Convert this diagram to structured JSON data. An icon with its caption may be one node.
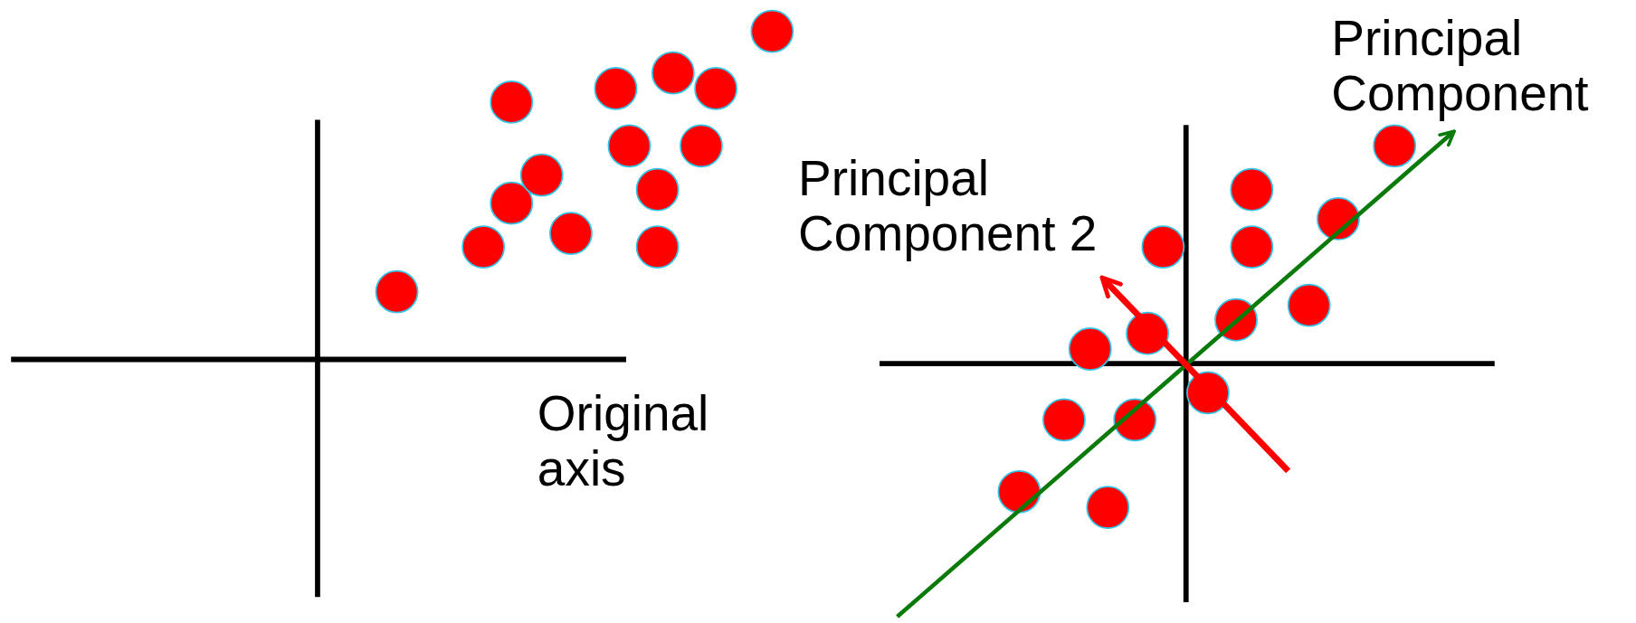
{
  "diagram": {
    "labels": [
      "Principal Component",
      "Principal Component 2",
      "Original axis"
    ]
  }
}
